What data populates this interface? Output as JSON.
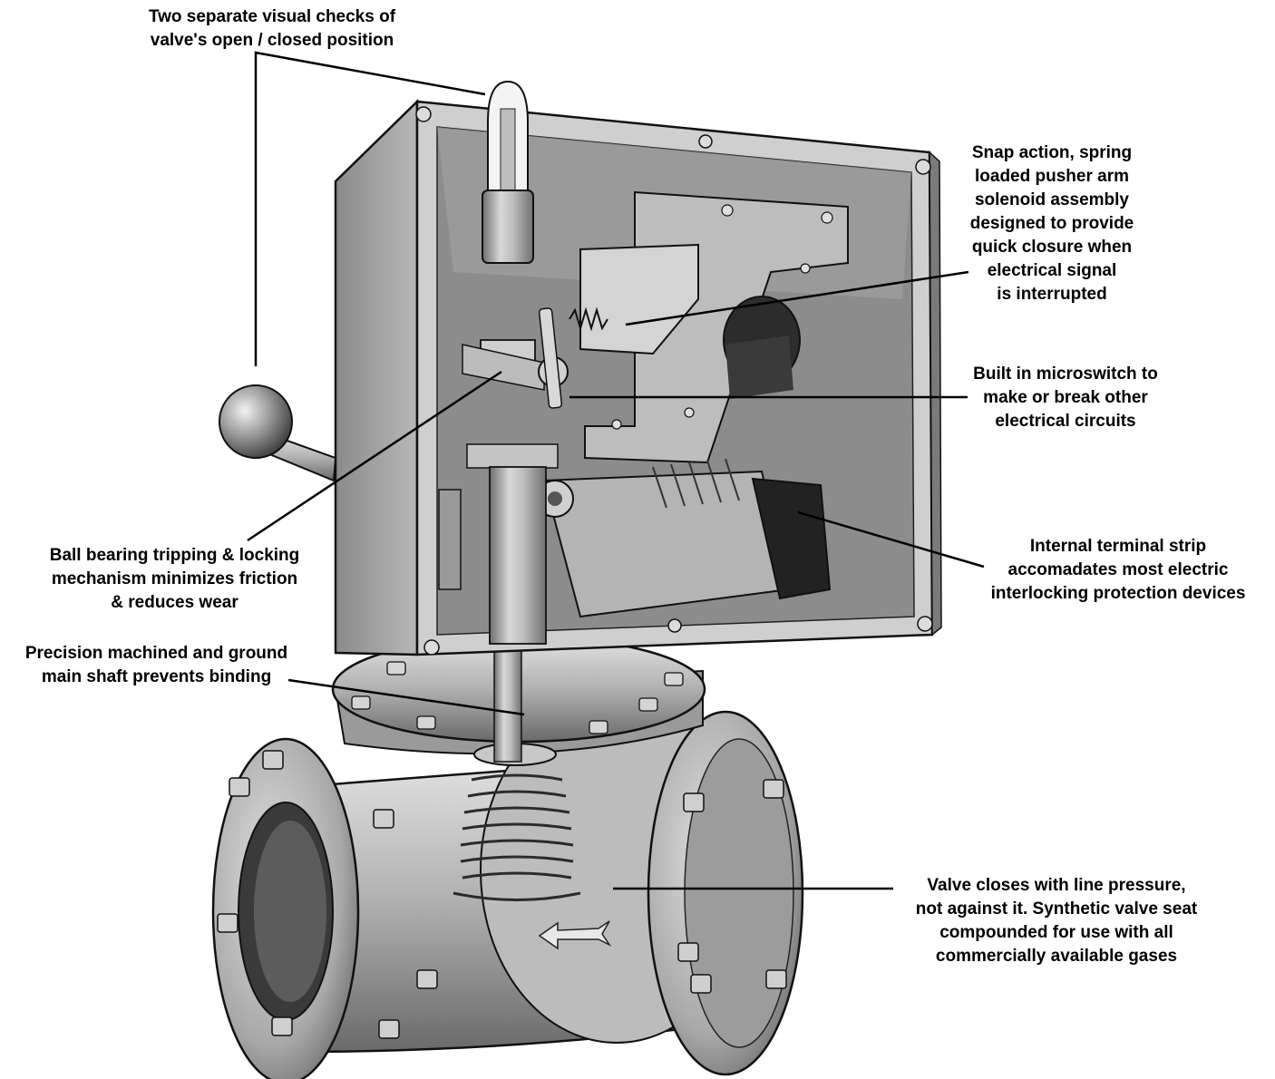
{
  "callouts": {
    "visual_checks": [
      "Two separate visual checks of",
      "valve's open / closed position"
    ],
    "pusher_arm": [
      "Snap action, spring",
      "loaded pusher arm",
      "solenoid assembly",
      "designed to provide",
      "quick closure when",
      "electrical signal",
      "is interrupted"
    ],
    "microswitch": [
      "Built in microswitch to",
      "make or break other",
      "electrical circuits"
    ],
    "ball_bearing": [
      "Ball bearing tripping & locking",
      "mechanism minimizes friction",
      "& reduces wear"
    ],
    "terminal_strip": [
      "Internal terminal strip",
      "accomadates most electric",
      "interlocking protection devices"
    ],
    "main_shaft": [
      "Precision machined and ground",
      "main shaft prevents binding"
    ],
    "valve_seat": [
      "Valve closes with line pressure,",
      "not against it.  Synthetic valve seat",
      "compounded for use with all",
      "commercially available gases"
    ]
  },
  "colors": {
    "metal_light": "#d9d9d9",
    "metal_mid": "#a6a6a6",
    "metal_dark": "#5a5a5a",
    "outline": "#111111",
    "text": "#000000"
  }
}
